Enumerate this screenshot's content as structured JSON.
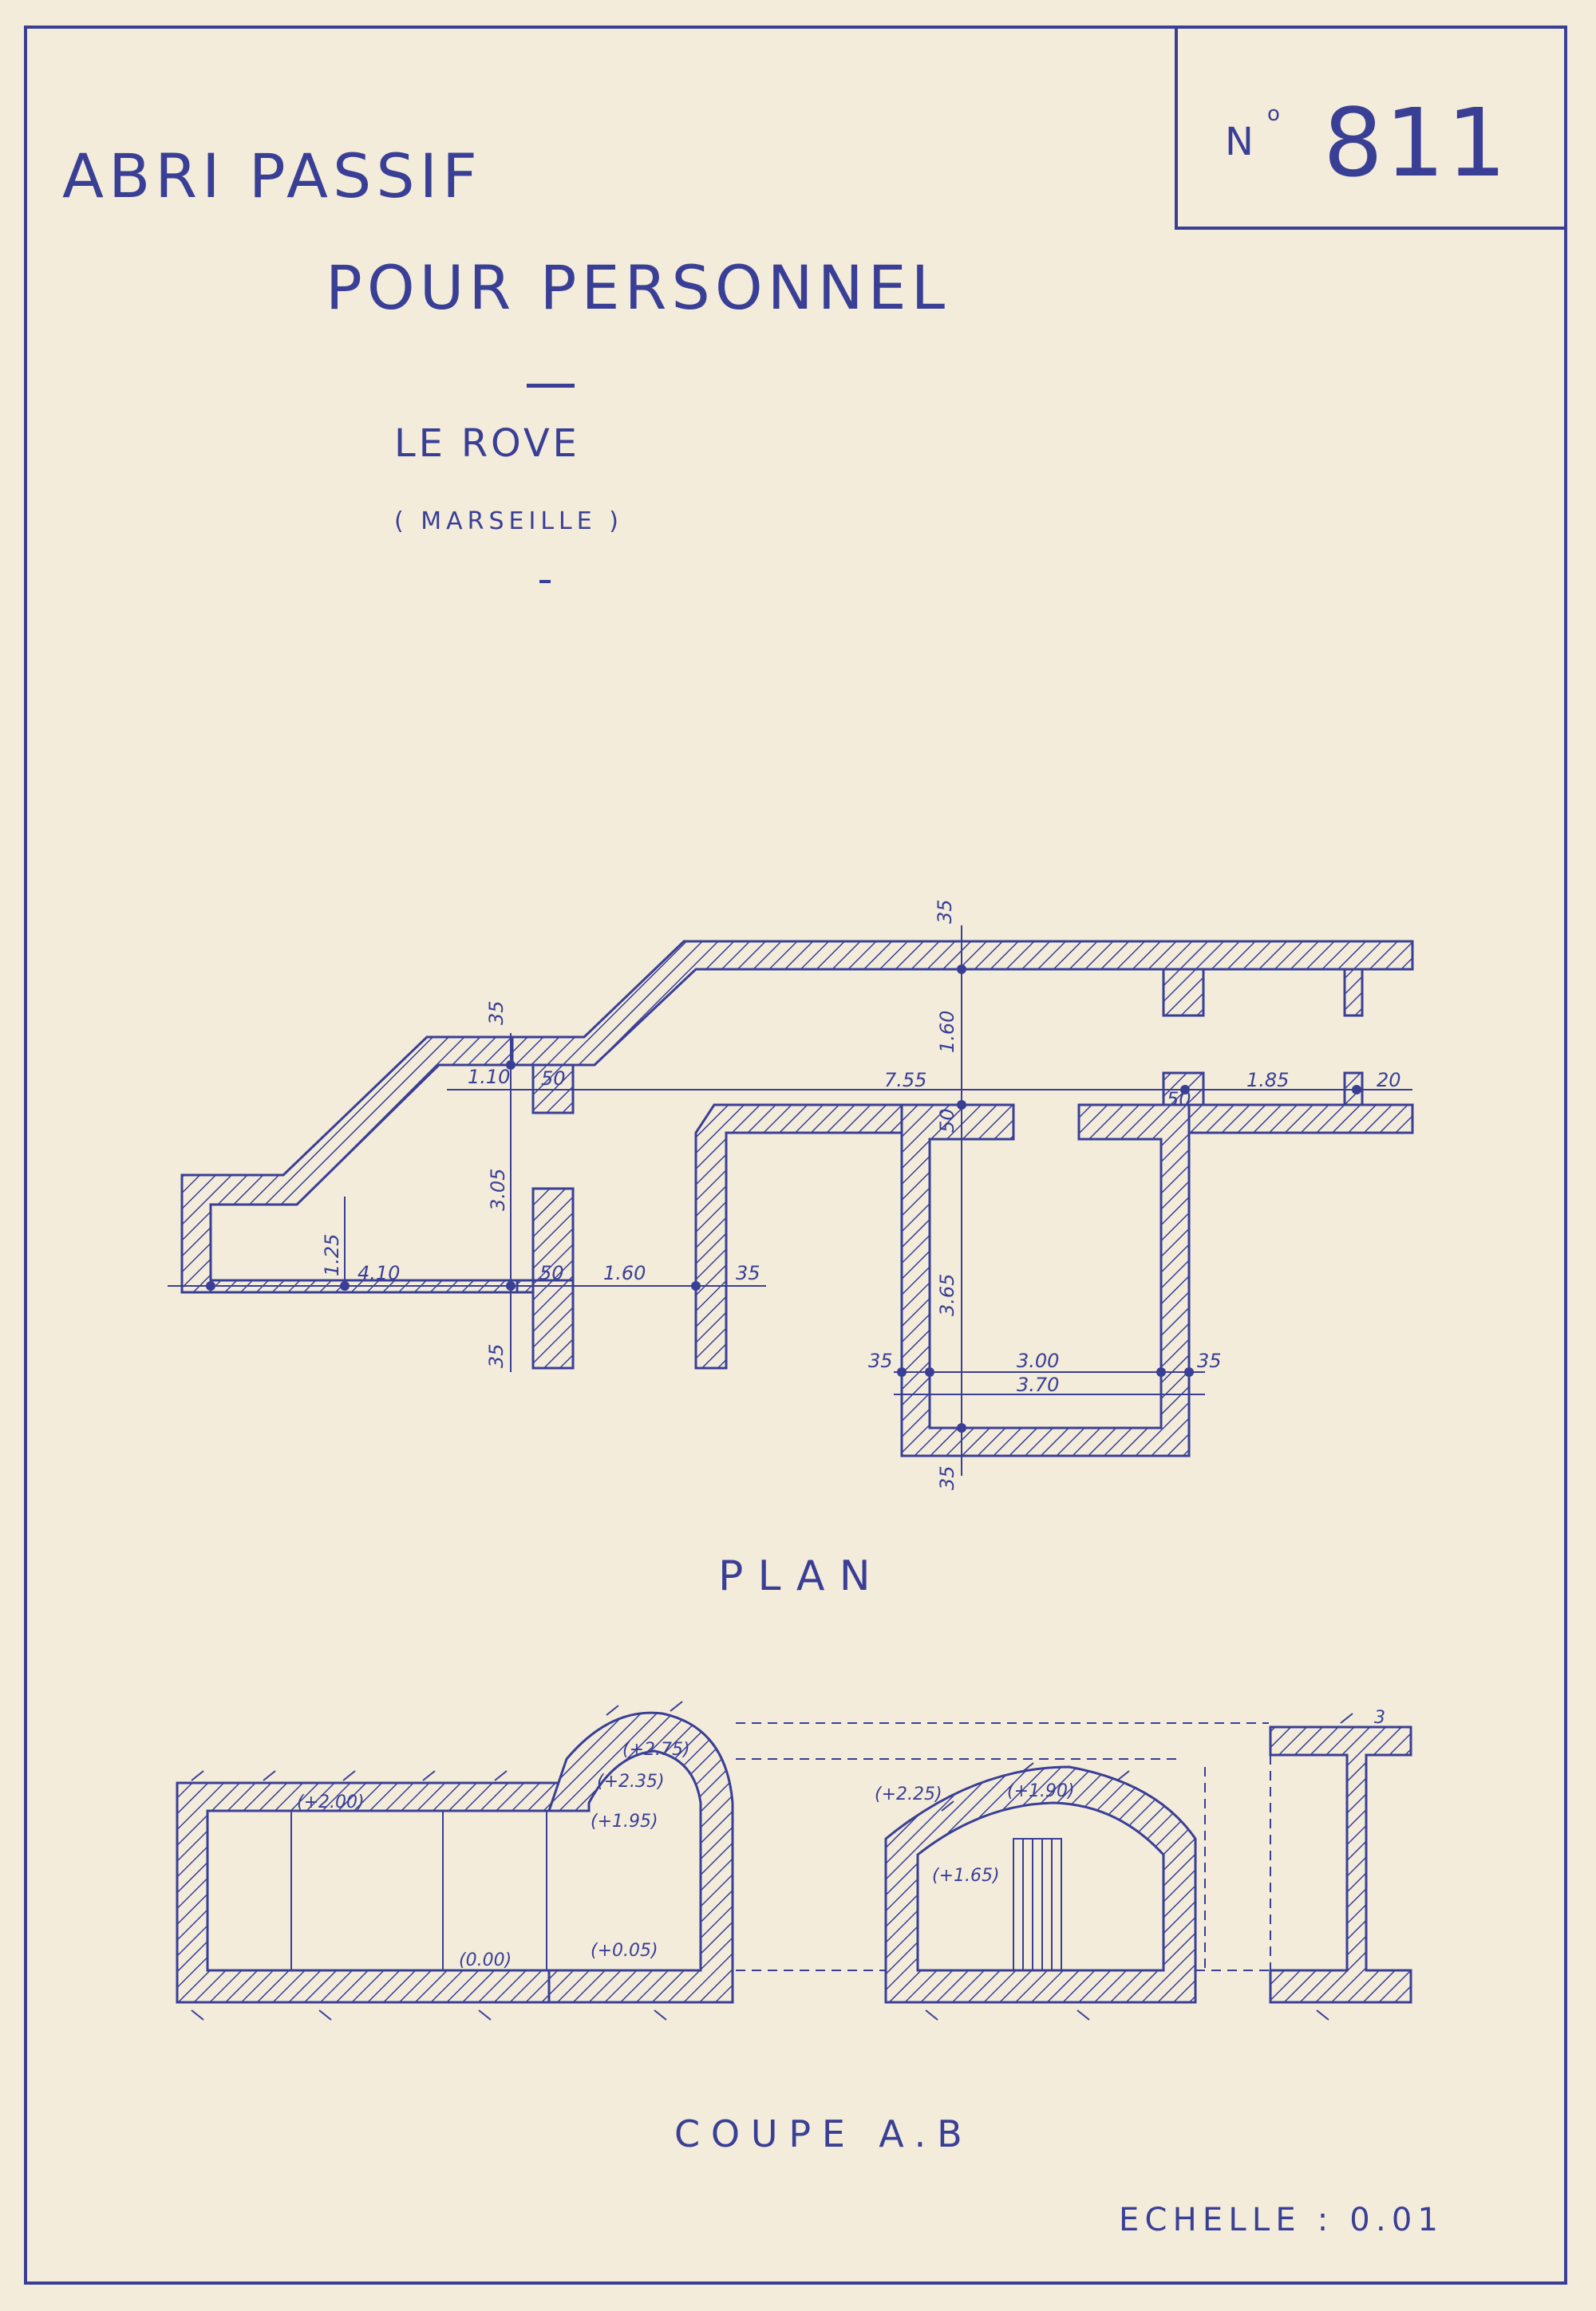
{
  "sheet": {
    "number_prefix": "N",
    "number_degree": "o",
    "number": "811",
    "title_line1": "ABRI PASSIF",
    "title_line2": "POUR PERSONNEL",
    "location": "LE ROVE",
    "region": "( MARSEILLE )",
    "plan_label": "PLAN",
    "section_label": "COUPE A.B",
    "scale": "ECHELLE : 0.01",
    "ink_color": "#3a3f96",
    "paper_color": "#f3ecdb"
  },
  "plan_dimensions": {
    "wall_top_entrance": "35",
    "left_room_top_wall": "35",
    "top_corridor_wall": "35",
    "left_room_depth": "1.10",
    "wall_50_a": "50",
    "corridor_length": "7.55",
    "corridor_width": "1.60",
    "wall_50_b": "50",
    "wall_50_c": "50",
    "right_span": "1.85",
    "right_wall": "20",
    "left_room_height": "3.05",
    "left_alcove_height": "1.25",
    "left_room_length": "4.10",
    "wall_50_d": "50",
    "passage_width": "1.60",
    "wall_35_right_passage": "35",
    "bottom_wall_left": "35",
    "chamber_depth": "3.65",
    "chamber_wall_left": "35",
    "chamber_inner_width": "3.00",
    "chamber_wall_right": "35",
    "chamber_outer_width": "3.70",
    "chamber_bottom_wall": "35"
  },
  "section_levels": {
    "left_ceiling": "(+2.00)",
    "left_floor": "(0.00)",
    "vault_top": "(+2.75)",
    "vault_inner": "(+2.35)",
    "vault_spring": "(+1.95)",
    "vault_floor": "(+0.05)",
    "chamber_outer": "(+2.25)",
    "chamber_crown": "(+1.90)",
    "chamber_spring": "(+1.65)",
    "right_top": "3"
  }
}
